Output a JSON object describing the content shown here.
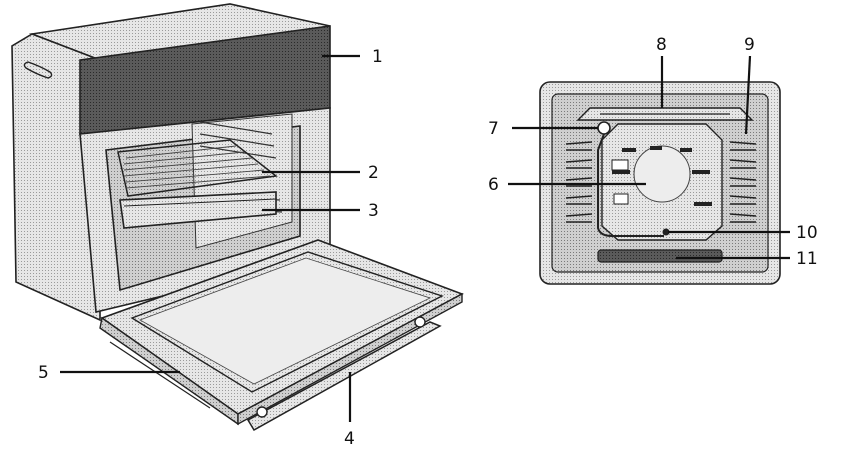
{
  "diagram": {
    "callouts": [
      {
        "id": "1",
        "label": "1"
      },
      {
        "id": "2",
        "label": "2"
      },
      {
        "id": "3",
        "label": "3"
      },
      {
        "id": "4",
        "label": "4"
      },
      {
        "id": "5",
        "label": "5"
      },
      {
        "id": "6",
        "label": "6"
      },
      {
        "id": "7",
        "label": "7"
      },
      {
        "id": "8",
        "label": "8"
      },
      {
        "id": "9",
        "label": "9"
      },
      {
        "id": "10",
        "label": "10"
      },
      {
        "id": "11",
        "label": "11"
      }
    ]
  },
  "colors": {
    "outline": "#222222",
    "control_panel": "#4a4a4a",
    "interior": "#d9d9d9",
    "cavity": "#c2c2c2",
    "body": "#efefef"
  }
}
